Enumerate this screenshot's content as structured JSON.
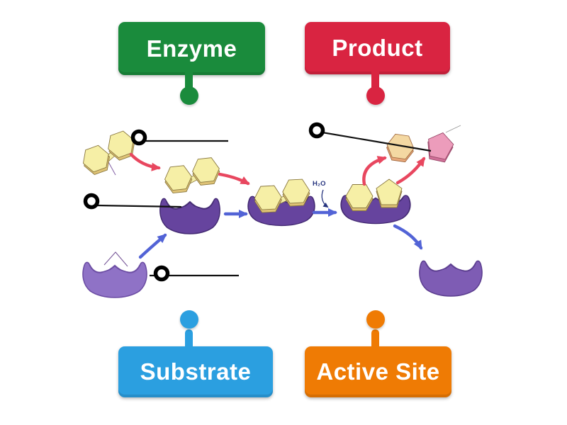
{
  "labels": [
    {
      "id": "enzyme",
      "text": "Enzyme",
      "color": "#1a8b3c"
    },
    {
      "id": "product",
      "text": "Product",
      "color": "#d92441"
    },
    {
      "id": "substrate",
      "text": "Substrate",
      "color": "#2b9fe0"
    },
    {
      "id": "active_site",
      "text": "Active Site",
      "color": "#ef7b04"
    }
  ],
  "diagram": {
    "h2o_label": "H₂O",
    "drop_target_count": 4,
    "colors": {
      "enzyme_dark": "#66449e",
      "enzyme_mid": "#7e5cb4",
      "enzyme_light": "#8f72c6",
      "substrate_yellow": "#f6efa6",
      "product_hexagon_tan": "#f4d8a2",
      "product_pentagon_pink": "#ec9cbb",
      "arrow_red": "#e8475f",
      "arrow_blue": "#5263d6",
      "pointer_line_black": "#111111"
    }
  }
}
